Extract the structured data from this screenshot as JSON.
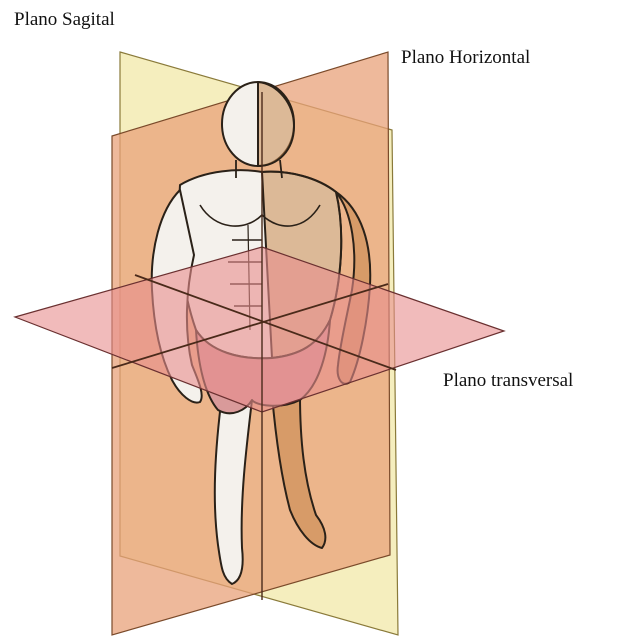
{
  "labels": {
    "sagittal": "Plano Sagital",
    "horizontal": "Plano Horizontal",
    "transversal": "Plano transversal"
  },
  "colors": {
    "sagittal_plane": "#f2e8a8",
    "frontal_plane": "#e8a27a",
    "transverse_plane": "#e88e8e",
    "body_outline": "#2a2118",
    "body_skin": "#f4f1ec",
    "muscle_tone": "#c98a52",
    "shorts": "#d99a9a"
  }
}
